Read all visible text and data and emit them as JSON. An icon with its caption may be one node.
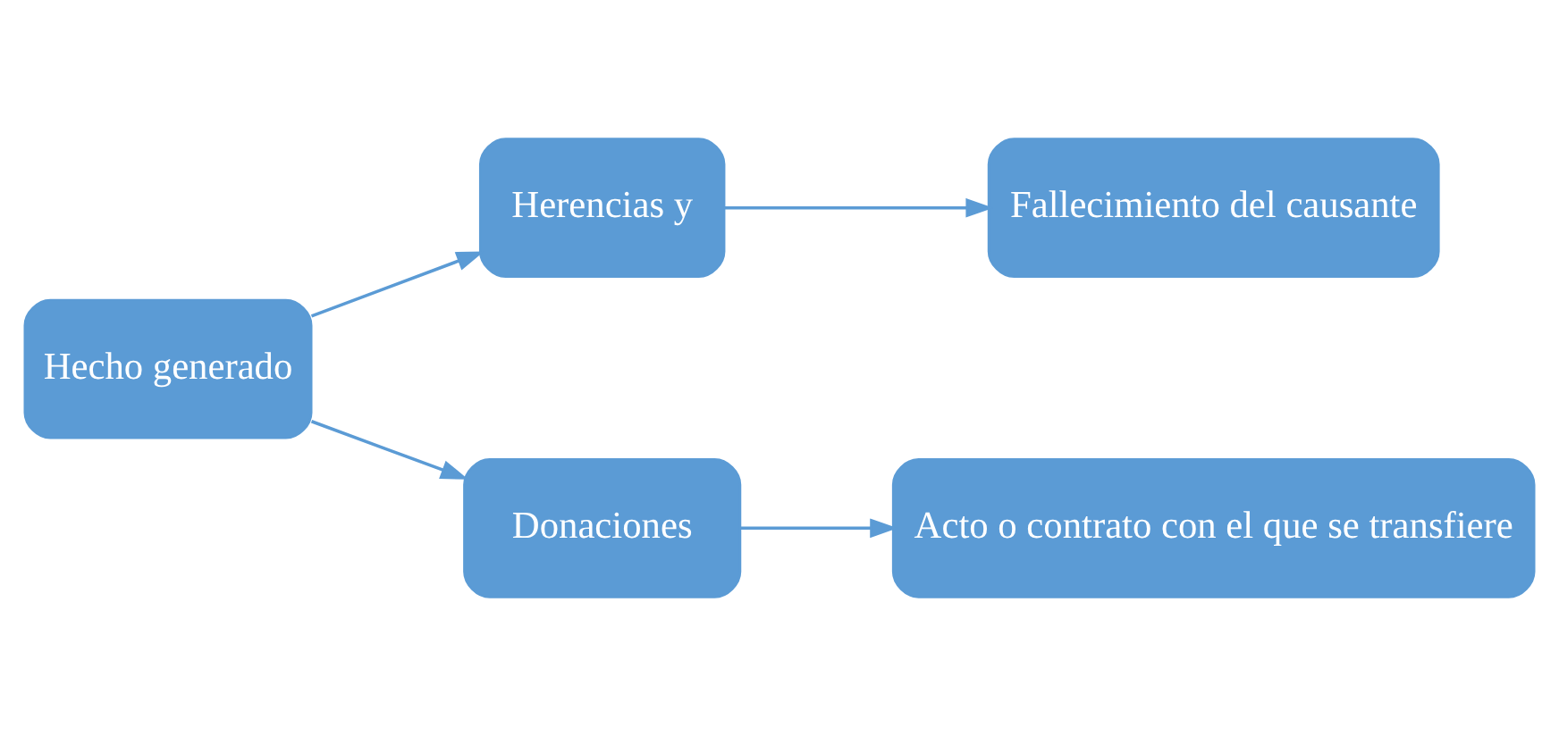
{
  "diagram": {
    "nodes": [
      {
        "text": [
          "Hecho generado"
        ]
      },
      {
        "text": [
          "Herencias y"
        ]
      },
      {
        "text": [
          "Fallecimiento del causante"
        ]
      },
      {
        "text": [
          "Donaciones"
        ]
      },
      {
        "text": [
          "Acto o contrato con el que se transfiere"
        ]
      }
    ],
    "edges": [
      {
        "from": 0,
        "to": 1,
        "arrow": "to"
      },
      {
        "from": 1,
        "to": 2,
        "arrow": "to"
      },
      {
        "from": 0,
        "to": 3,
        "arrow": "to"
      },
      {
        "from": 3,
        "to": 4,
        "arrow": "to"
      }
    ]
  }
}
